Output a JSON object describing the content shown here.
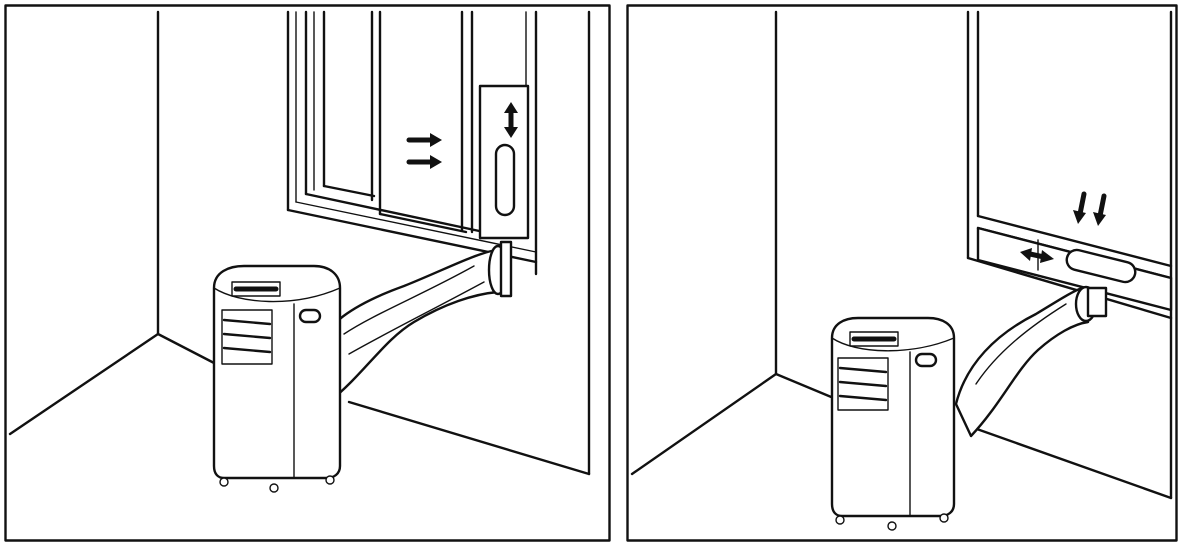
{
  "figure": {
    "panels": [
      {
        "id": "sliding-window-horizontal",
        "window_type": "horizontal sliding window",
        "arrows": [
          "slide-right",
          "slide-right",
          "adjust-vertical"
        ]
      },
      {
        "id": "sliding-window-vertical",
        "window_type": "vertical sliding window",
        "arrows": [
          "slide-down",
          "slide-down",
          "adjust-horizontal"
        ]
      }
    ],
    "colors": {
      "line": "#111111",
      "background": "#ffffff"
    },
    "icons": [
      "arrow-right-icon",
      "double-arrow-vertical-icon",
      "arrow-down-icon",
      "double-arrow-horizontal-icon",
      "portable-air-conditioner-icon",
      "exhaust-hose-icon",
      "window-kit-icon"
    ]
  }
}
